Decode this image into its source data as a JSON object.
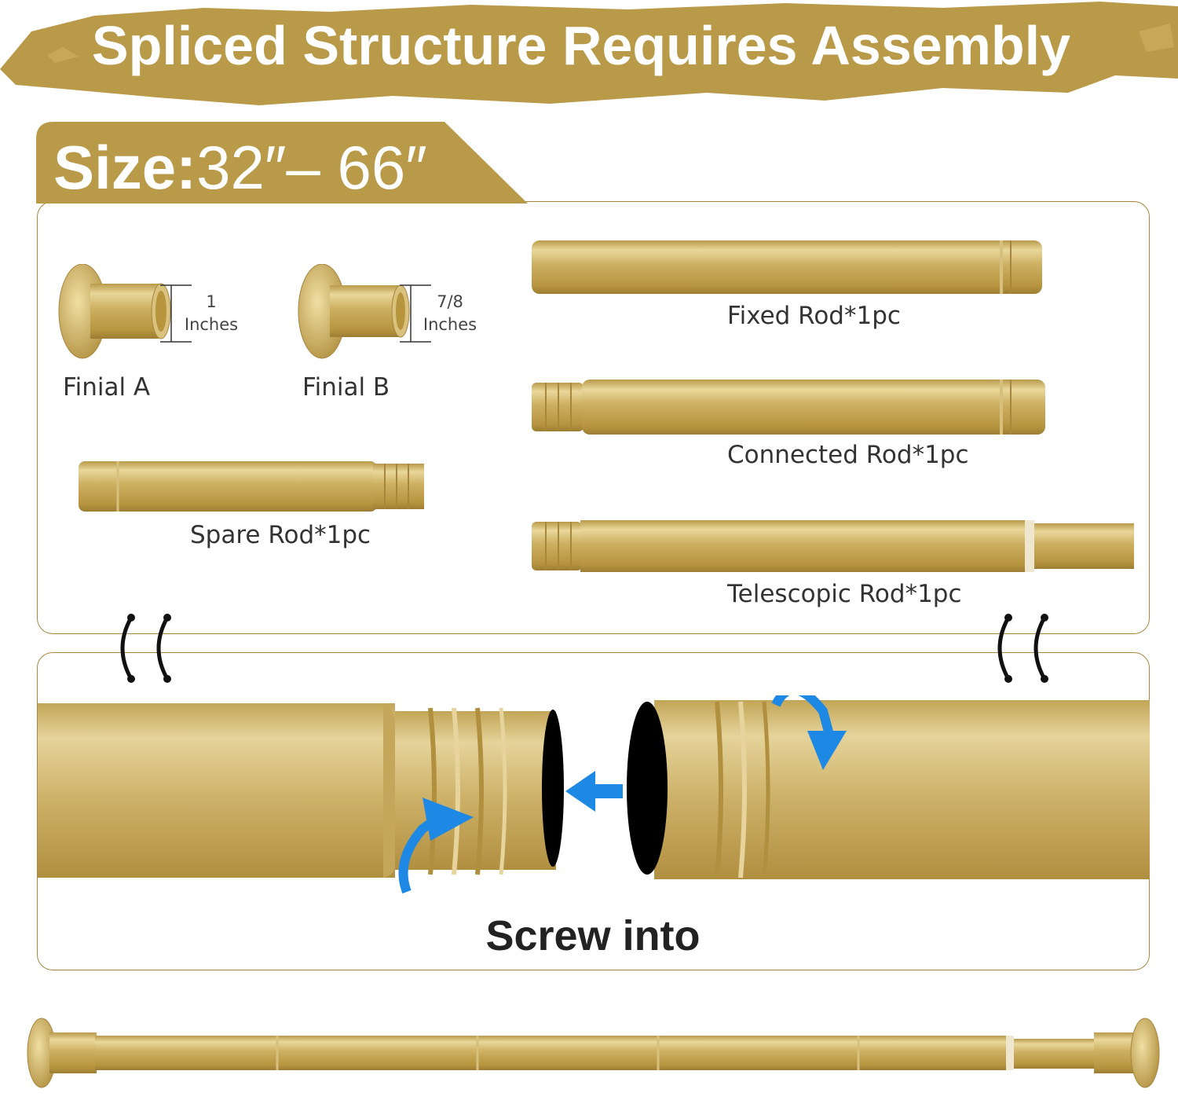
{
  "banner": {
    "title": "Spliced Structure Requires Assembly"
  },
  "size": {
    "prefix": "Size:",
    "range": "32″– 66″"
  },
  "parts": {
    "finial_a": {
      "label": "Finial A",
      "dim_value": "1",
      "dim_unit": "Inches"
    },
    "finial_b": {
      "label": "Finial B",
      "dim_value": "7/8",
      "dim_unit": "Inches"
    },
    "spare_rod": "Spare Rod*1pc",
    "fixed_rod": "Fixed Rod*1pc",
    "connected_rod": "Connected Rod*1pc",
    "telescopic_rod": "Telescopic Rod*1pc"
  },
  "assembly": {
    "caption": "Screw into"
  },
  "colors": {
    "gold": "#c9aa55",
    "gold_dark": "#a8863e",
    "arrow_blue": "#1e88e5"
  }
}
